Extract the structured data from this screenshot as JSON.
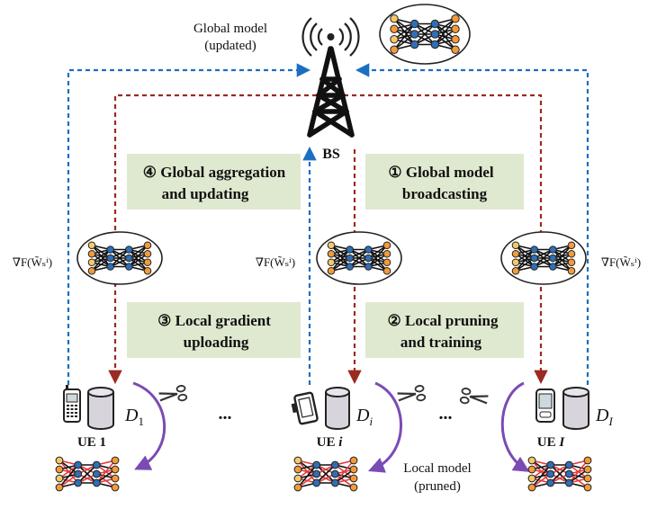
{
  "colors": {
    "blue_arrow": "#1a6fc0",
    "red_arrow": "#9b2a22",
    "purple_arrow": "#7b4bb4",
    "box_fill": "#dfe9cf",
    "node_orange": "#f39a3a",
    "node_yellow": "#f7c86a",
    "node_blue": "#2f6fb5",
    "edge_red": "#e03a3a"
  },
  "labels": {
    "global_model_line1": "Global model",
    "global_model_line2": "(updated)",
    "bs": "BS",
    "step1_line1": "① Global model",
    "step1_line2": "broadcasting",
    "step2_line1": "② Local pruning",
    "step2_line2": "and training",
    "step3_line1": "③ Local gradient",
    "step3_line2": "uploading",
    "step4_line1": "④ Global aggregation",
    "step4_line2": "and updating",
    "gradient": "∇F(W̃ₛⁱ)",
    "ellipsis": "...",
    "local_model_line1": "Local model",
    "local_model_line2": "(pruned)"
  },
  "ues": [
    {
      "name": "UE 1",
      "dataset": "D",
      "sub": "1",
      "icon": "feature-phone-icon"
    },
    {
      "name": "UE ",
      "name_italic": "i",
      "dataset": "D",
      "sub": "i",
      "icon": "handheld-device-icon"
    },
    {
      "name": "UE ",
      "name_italic": "I",
      "dataset": "D",
      "sub": "I",
      "icon": "pda-phone-icon"
    }
  ],
  "icons": {
    "tower": "cell-tower-icon",
    "scissors": "scissors-icon",
    "database": "database-icon",
    "network": "neural-network-icon"
  }
}
